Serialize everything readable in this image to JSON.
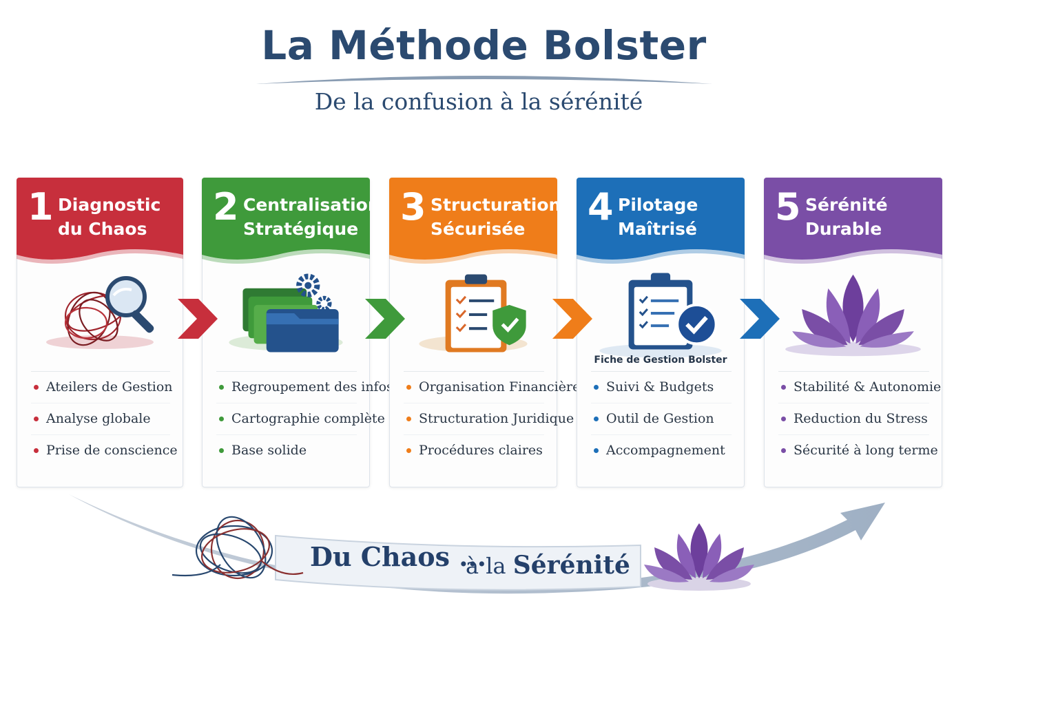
{
  "header": {
    "title": "La Méthode Bolster",
    "subtitle": "De la confusion à la sérénité"
  },
  "steps": [
    {
      "number": "1",
      "title_line1": "Diagnostic",
      "title_line2": "du Chaos",
      "color": "#c72f3c",
      "icon": "tangle-magnifier-icon",
      "items": [
        "Ateilers de Gestion",
        "Analyse globale",
        "Prise de conscience"
      ]
    },
    {
      "number": "2",
      "title_line1": "Centralisation",
      "title_line2": "Stratégique",
      "color": "#3f9a3b",
      "icon": "folders-gears-icon",
      "items": [
        "Regroupement des infos",
        "Cartographie complète",
        "Base solide"
      ]
    },
    {
      "number": "3",
      "title_line1": "Structuration",
      "title_line2": "Sécurisée",
      "color": "#ef7d1a",
      "icon": "clipboard-shield-icon",
      "items": [
        "Organisation Financière",
        "Structuration Juridique",
        "Procédures claires"
      ]
    },
    {
      "number": "4",
      "title_line1": "Pilotage",
      "title_line2": "Maîtrisé",
      "color": "#1d6fb8",
      "icon": "checklist-check-icon",
      "caption": "Fiche de Gestion Bolster",
      "items": [
        "Suivi & Budgets",
        "Outil de Gestion",
        "Accompagnement"
      ]
    },
    {
      "number": "5",
      "title_line1": "Sérénité",
      "title_line2": "Durable",
      "color": "#7a4ea6",
      "icon": "lotus-icon",
      "items": [
        "Stabilité & Autonomie",
        "Reduction du Stress",
        "Sécurité à long terme"
      ]
    }
  ],
  "footer": {
    "part1": "Du Chaos ...",
    "part2_prefix": "à la",
    "part2_emph": "Sérénité"
  }
}
